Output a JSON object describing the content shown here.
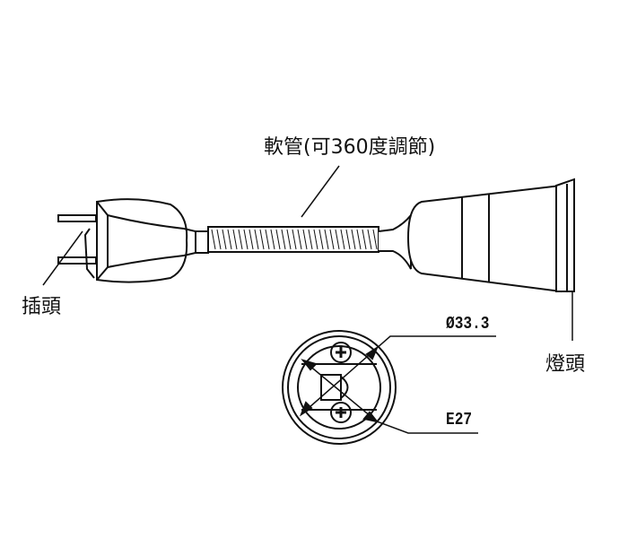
{
  "labels": {
    "hose": "軟管(可360度調節)",
    "plug": "插頭",
    "lamp_holder": "燈頭",
    "diameter": "Ø33.3",
    "socket_type": "E27"
  },
  "colors": {
    "line": "#111111",
    "background": "#ffffff"
  }
}
